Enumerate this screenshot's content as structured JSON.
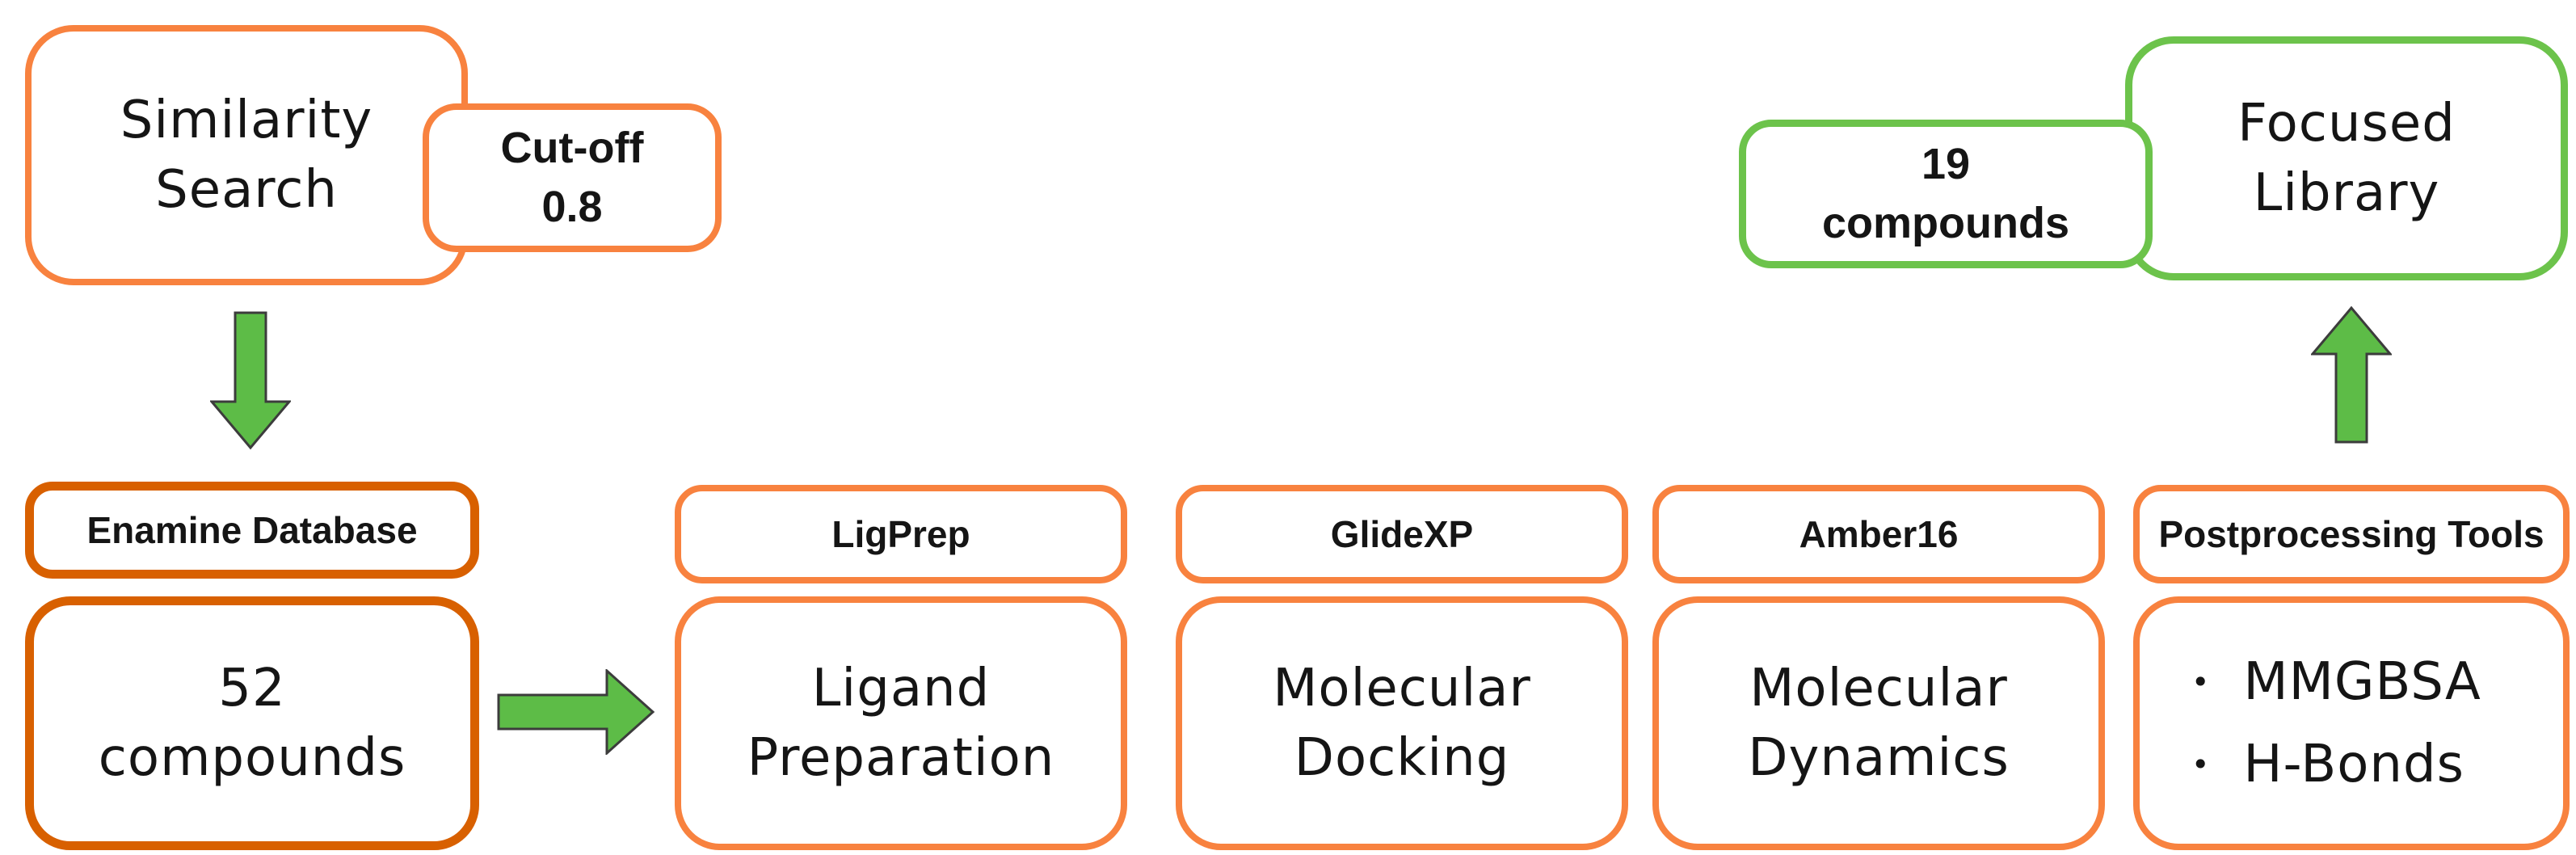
{
  "theme": {
    "orange_light": "#F8823F",
    "orange_dark": "#D86000",
    "green": "#6CC34B",
    "arrow_green": "#5DBC47",
    "arrow_outline": "#3C3C3C",
    "text_color": "#151515",
    "background": "#FFFFFF"
  },
  "funnel": {
    "similarity": {
      "line1": "Similarity",
      "line2": "Search"
    },
    "cutoff": {
      "line1": "Cut-off",
      "line2": "0.8"
    }
  },
  "pipeline": {
    "source": {
      "tool": "Enamine Database",
      "line1": "52",
      "line2": "compounds"
    },
    "steps": [
      {
        "tool": "LigPrep",
        "line1": "Ligand",
        "line2": "Preparation"
      },
      {
        "tool": "GlideXP",
        "line1": "Molecular",
        "line2": "Docking"
      },
      {
        "tool": "Amber16",
        "line1": "Molecular",
        "line2": "Dynamics"
      }
    ],
    "post": {
      "tool": "Postprocessing Tools",
      "bullet_char": "•",
      "bullets": [
        "MMGBSA",
        "H-Bonds"
      ]
    }
  },
  "result": {
    "count": {
      "line1": "19",
      "line2": "compounds"
    },
    "library": {
      "line1": "Focused",
      "line2": "Library"
    }
  }
}
